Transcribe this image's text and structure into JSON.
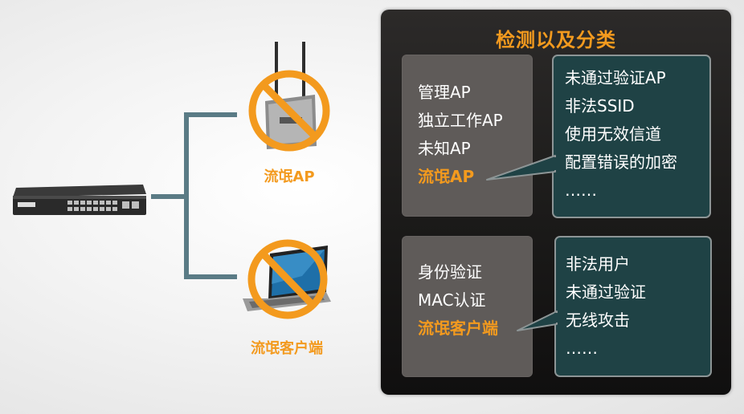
{
  "left": {
    "rogue_ap_label": "流氓AP",
    "rogue_client_label": "流氓客户端"
  },
  "panel": {
    "title": "检测以及分类",
    "ap_box": {
      "items": [
        "管理AP",
        "独立工作AP",
        "未知AP"
      ],
      "highlight": "流氓AP"
    },
    "ap_reasons": [
      "未通过验证AP",
      "非法SSID",
      "使用无效信道",
      "配置错误的加密",
      "……"
    ],
    "client_box": {
      "items": [
        "身份验证",
        "MAC认证"
      ],
      "highlight": "流氓客户端"
    },
    "client_reasons": [
      "非法用户",
      "未通过验证",
      "无线攻击",
      "……"
    ]
  },
  "colors": {
    "accent": "#f39a1e",
    "wire": "#5a7b85",
    "panel_bg": "#1b1a19",
    "gray_box": "#5f5b59",
    "teal_box": "#1f4245"
  }
}
